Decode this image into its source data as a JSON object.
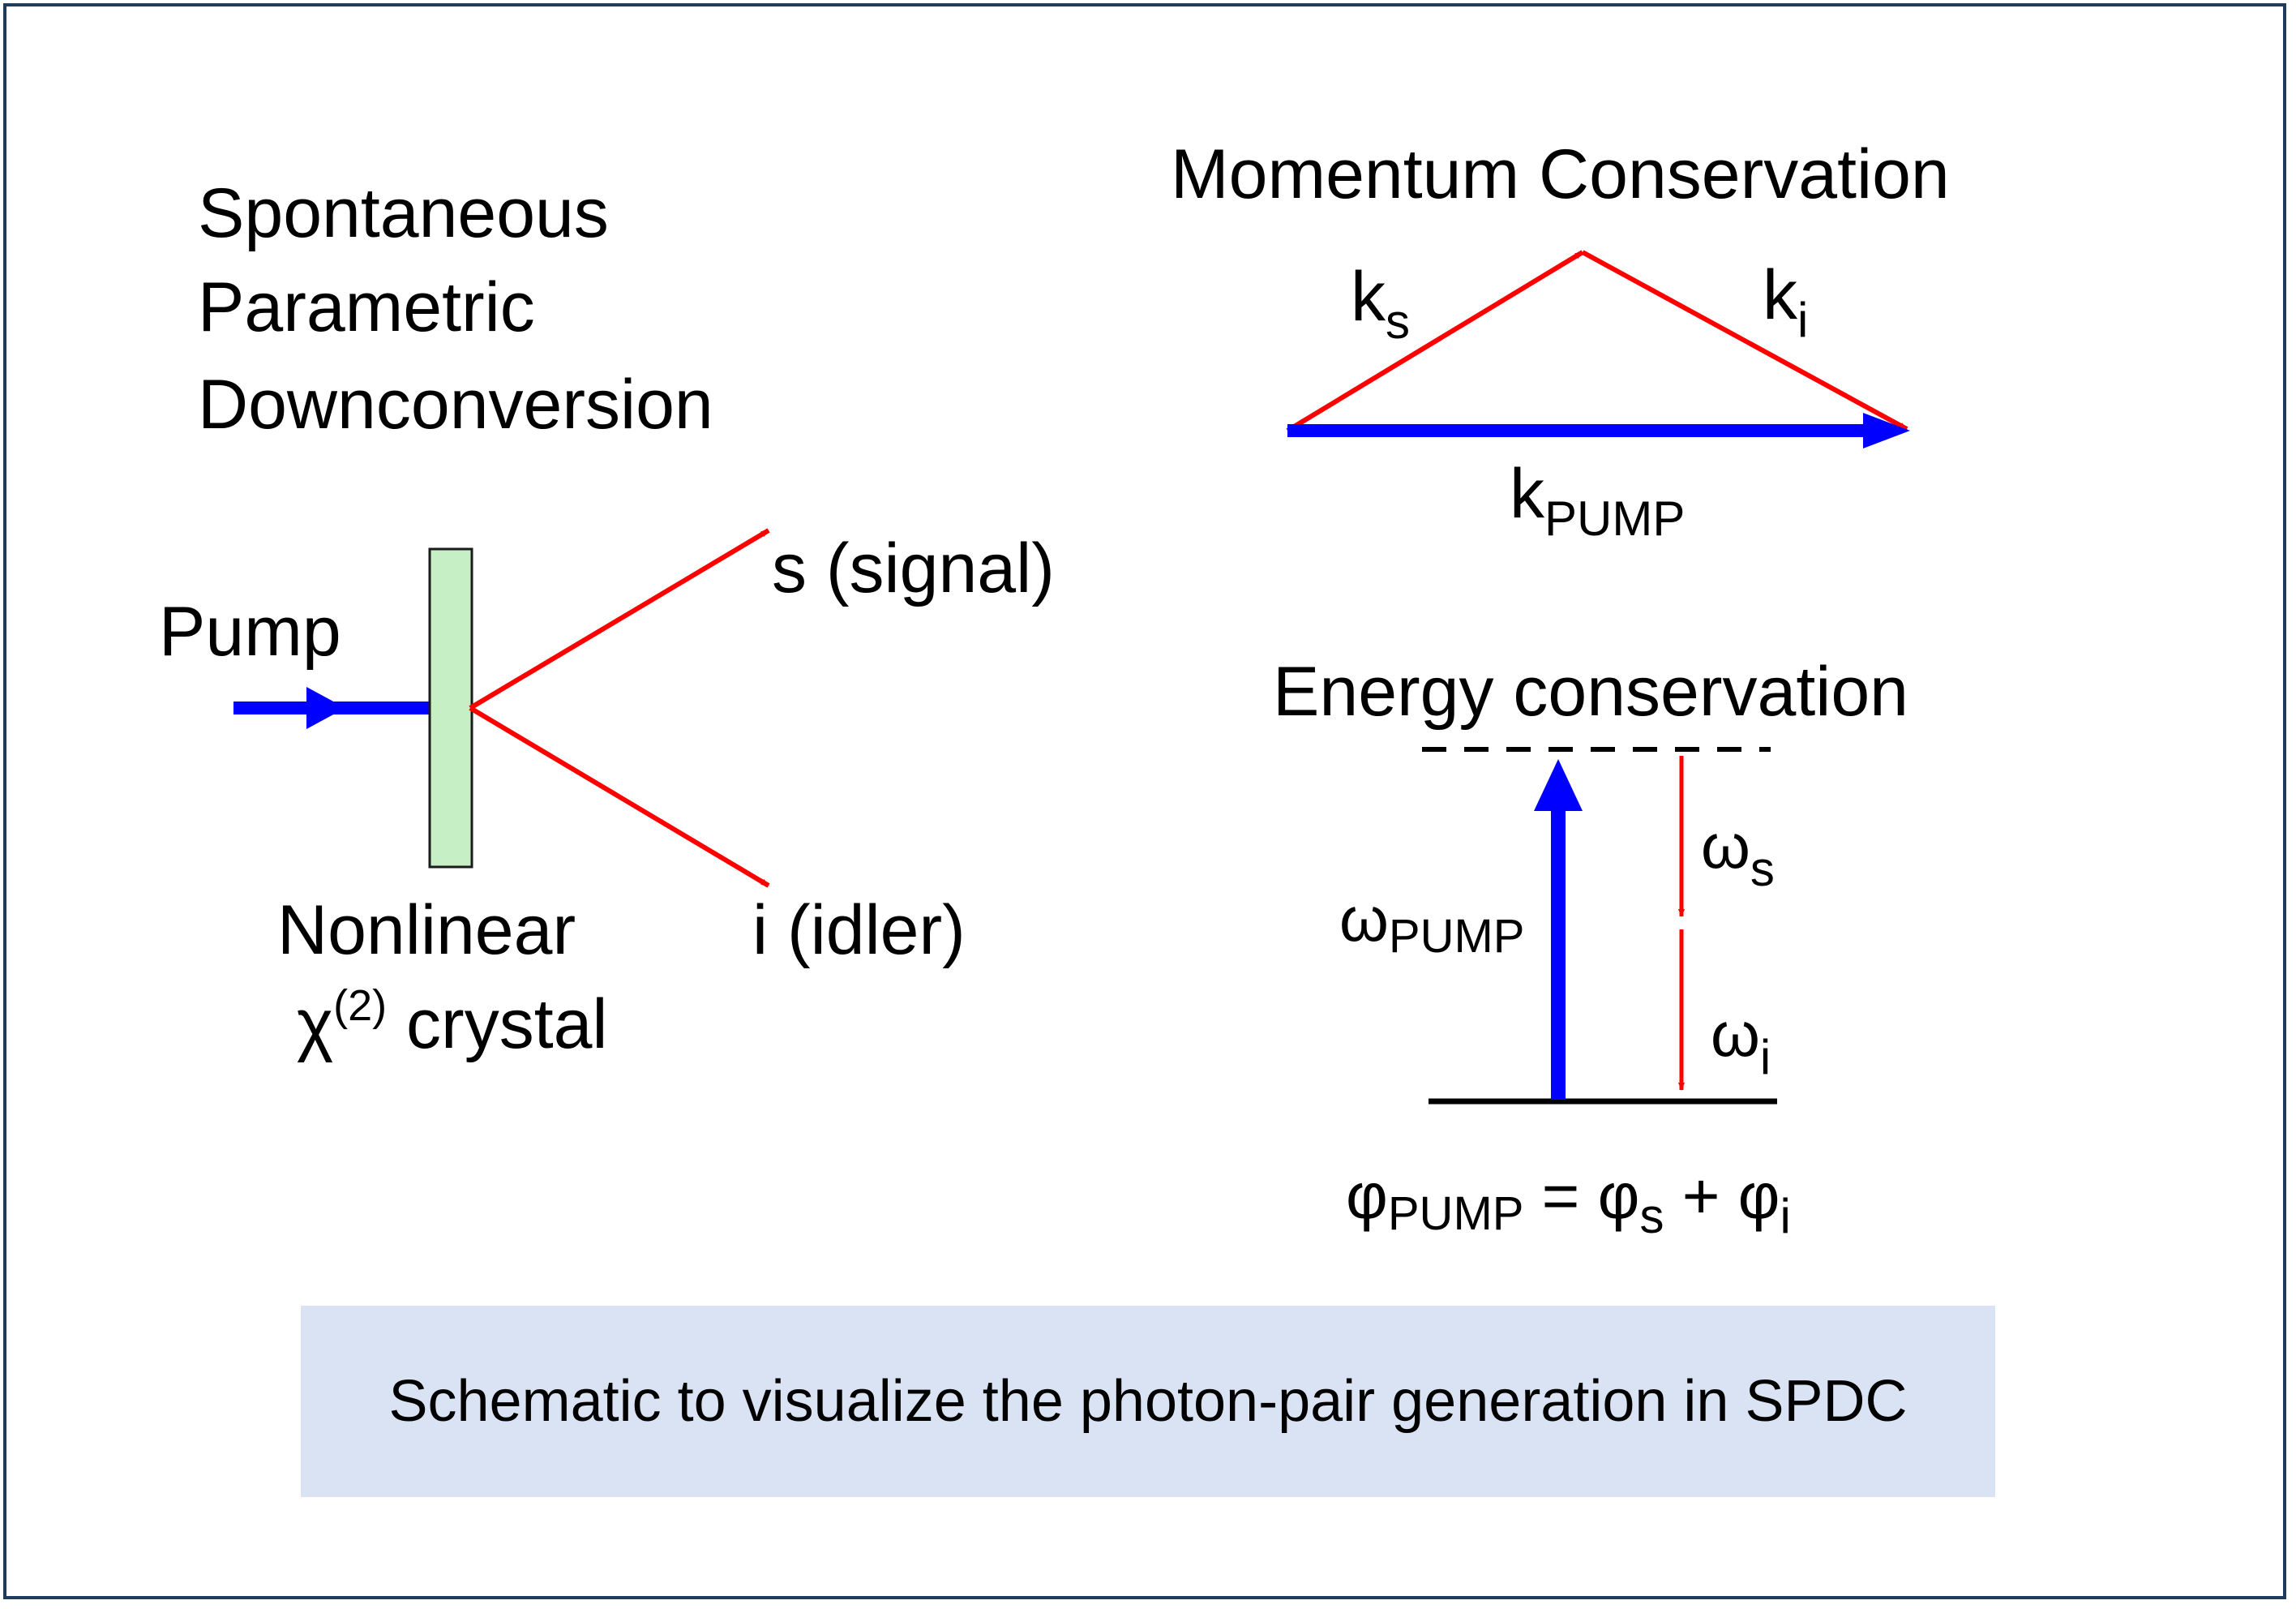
{
  "colors": {
    "pump": "#0000ff",
    "photons": "#ff0000",
    "crystal": "#c6efc6",
    "caption_bg": "#dae3f3",
    "frame": "#1f3b5e"
  },
  "spdc": {
    "title_lines": [
      "Spontaneous",
      "Parametric",
      "Downconversion"
    ],
    "pump_label": "Pump",
    "signal_label": "s (signal)",
    "idler_label": "i (idler)",
    "crystal_label_line1": "Nonlinear",
    "crystal_label_chi": "χ",
    "crystal_label_sup": "(2)",
    "crystal_label_rest": " crystal"
  },
  "momentum": {
    "title": "Momentum Conservation",
    "ks_main": "k",
    "ks_sub": "s",
    "ki_main": "k",
    "ki_sub": "i",
    "kpump_main": "k",
    "kpump_sub": "PUMP"
  },
  "energy": {
    "title": "Energy conservation",
    "omega_pump_main": "ω",
    "omega_pump_sub": "PUMP",
    "omega_s_main": "ω",
    "omega_s_sub": "s",
    "omega_i_main": "ω",
    "omega_i_sub": "i",
    "phase_phi1": "φ",
    "phase_sub1": "PUMP",
    "phase_eq": " = ",
    "phase_phi2": "φ",
    "phase_sub2": "s",
    "phase_plus": " + ",
    "phase_phi3": "φ",
    "phase_sub3": "i"
  },
  "caption": "Schematic to visualize the photon-pair generation in SPDC"
}
